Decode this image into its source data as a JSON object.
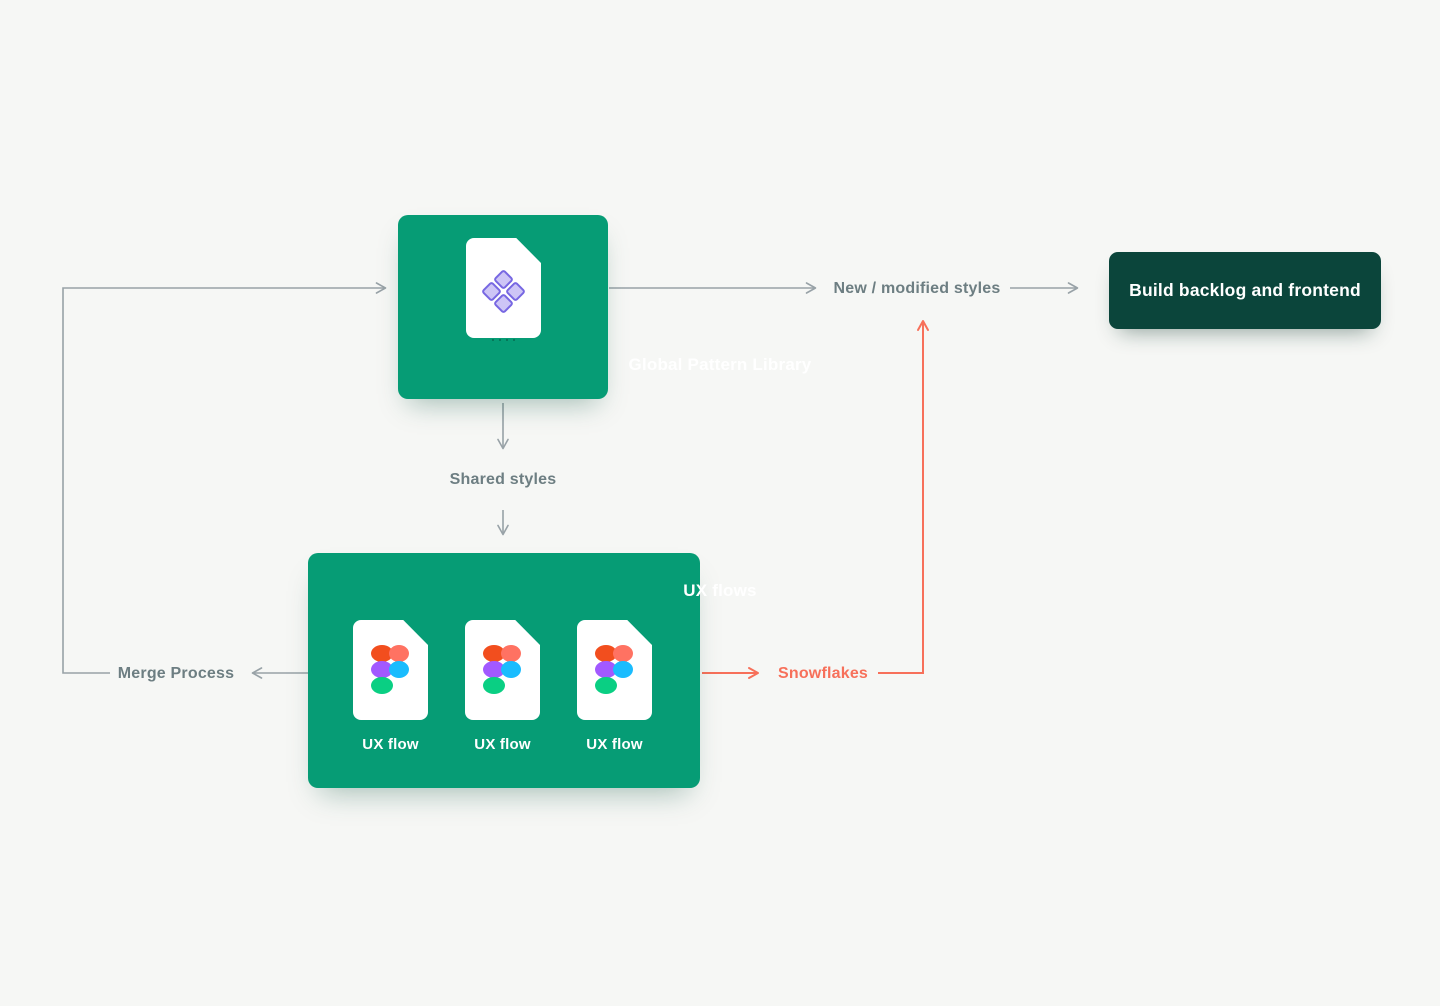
{
  "background": "#f6f7f5",
  "nodes": {
    "global_pattern_library": {
      "label": "Global Pattern Library",
      "color": "#069c75"
    },
    "build_backlog": {
      "label": "Build backlog and frontend",
      "color": "#0b453b"
    },
    "ux_flows": {
      "title": "UX flows",
      "color": "#069c75",
      "files": [
        {
          "label": "UX flow"
        },
        {
          "label": "UX flow"
        },
        {
          "label": "UX flow"
        }
      ]
    }
  },
  "edge_labels": {
    "new_modified_styles": "New / modified styles",
    "shared_styles": "Shared styles",
    "merge_process": "Merge Process",
    "snowflakes": "Snowflakes"
  },
  "icons": {
    "pattern_document": "pattern-library-doc-icon",
    "ux_flow_document": "figma-doc-icon"
  },
  "colors": {
    "connector_gray": "#98a2a7",
    "edge_label_gray": "#6d7e82",
    "accent_orange": "#f7705a",
    "diamond_fill": "#cdc5f6",
    "diamond_stroke": "#7767e2",
    "figma_red": "#f24e1e",
    "figma_salmon": "#ff7262",
    "figma_purple": "#a259ff",
    "figma_blue": "#1abcfe",
    "figma_green": "#0acf83"
  }
}
